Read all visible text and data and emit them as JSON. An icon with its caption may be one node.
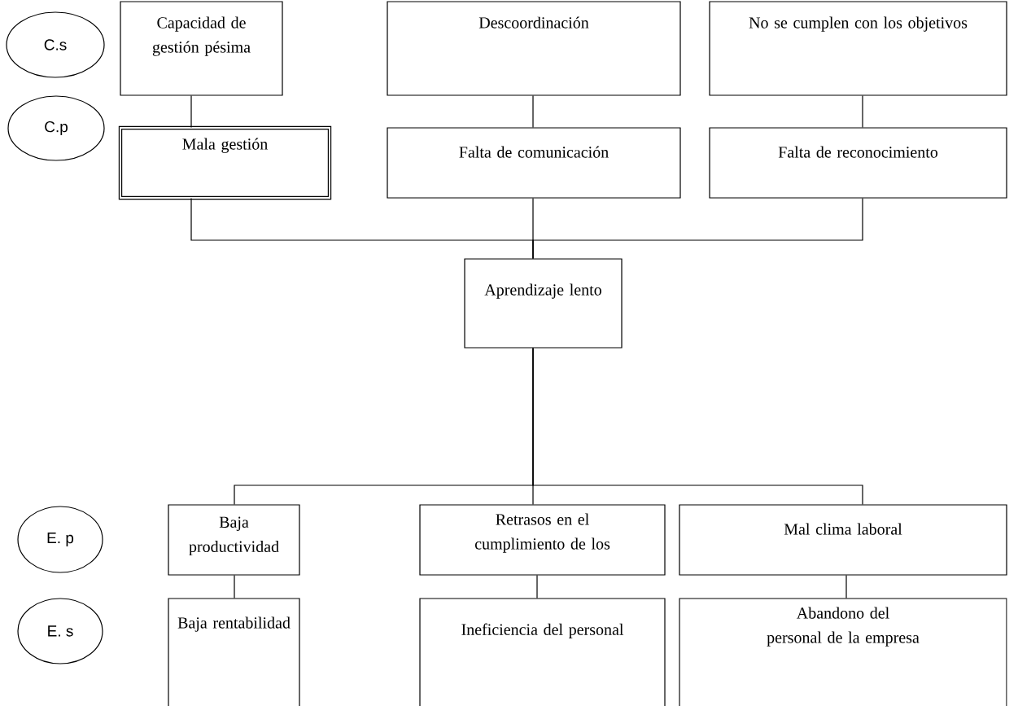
{
  "diagram": {
    "nodes": [
      {
        "text": [
          "C.s"
        ]
      },
      {
        "text": [
          "Capacidad de gestión pésima"
        ]
      },
      {
        "text": [
          "Descoordinación"
        ]
      },
      {
        "text": [
          "No se cumplen con los objetivos"
        ]
      },
      {
        "text": [
          "C.p"
        ]
      },
      {
        "text": [
          "Mala gestión"
        ]
      },
      {
        "text": [
          "Falta de comunicación"
        ]
      },
      {
        "text": [
          "Falta de reconocimiento"
        ]
      },
      {
        "text": [
          "Aprendizaje lento"
        ]
      },
      {
        "text": [
          "E. p"
        ]
      },
      {
        "text": [
          "Baja productividad"
        ]
      },
      {
        "text": [
          "Retrasos en el cumplimiento de los"
        ]
      },
      {
        "text": [
          "Mal clima laboral"
        ]
      },
      {
        "text": [
          "E. s"
        ]
      },
      {
        "text": [
          "Baja rentabilidad"
        ]
      },
      {
        "text": [
          "Ineficiencia del personal"
        ]
      },
      {
        "text": [
          "Abandono del personal de la empresa"
        ]
      }
    ],
    "edges": [
      {
        "from": 1,
        "to": 5,
        "arrow": "none"
      },
      {
        "from": 2,
        "to": 6,
        "arrow": "none"
      },
      {
        "from": 3,
        "to": 7,
        "arrow": "none"
      },
      {
        "from": 5,
        "to": 8,
        "arrow": "none"
      },
      {
        "from": 6,
        "to": 8,
        "arrow": "none"
      },
      {
        "from": 7,
        "to": 8,
        "arrow": "none"
      },
      {
        "from": 8,
        "to": 10,
        "arrow": "none"
      },
      {
        "from": 8,
        "to": 11,
        "arrow": "none"
      },
      {
        "from": 8,
        "to": 12,
        "arrow": "none"
      },
      {
        "from": 10,
        "to": 14,
        "arrow": "none"
      },
      {
        "from": 11,
        "to": 15,
        "arrow": "none"
      },
      {
        "from": 12,
        "to": 16,
        "arrow": "none"
      }
    ]
  }
}
